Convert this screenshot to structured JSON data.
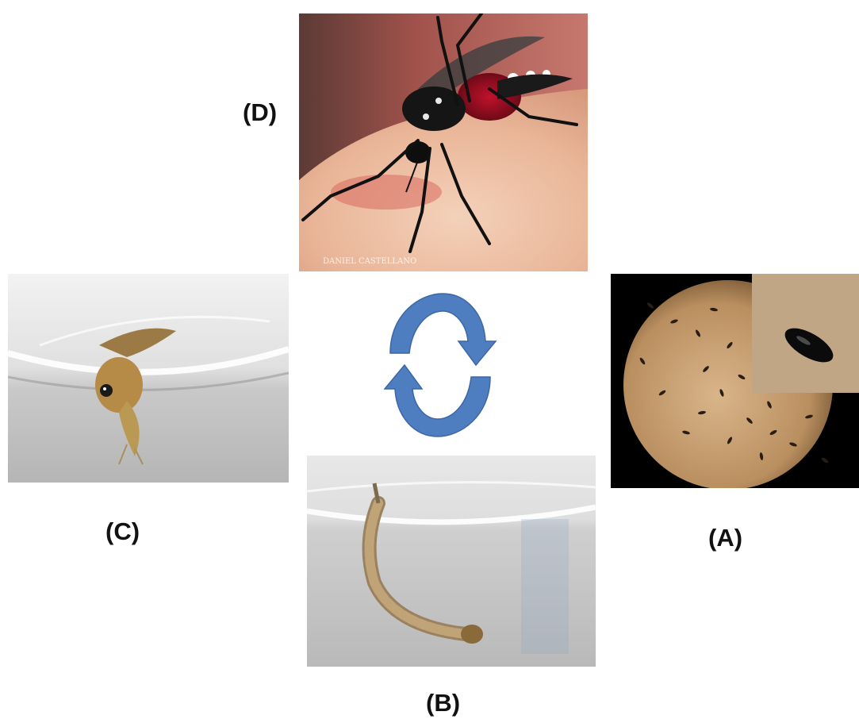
{
  "labels": {
    "d": "(D)",
    "c": "(C)",
    "b": "(B)",
    "a": "(A)"
  },
  "photos": {
    "d": {
      "subject": "adult-mosquito-feeding-on-skin",
      "watermark": "DANIEL CASTELLANO"
    },
    "c": {
      "subject": "mosquito-pupa-in-water"
    },
    "b": {
      "subject": "mosquito-larva-in-water"
    },
    "a": {
      "subject": "mosquito-eggs-under-microscope"
    }
  },
  "colors": {
    "arrow": "#4f7ec0",
    "background": "#ffffff",
    "label": "#111111"
  },
  "icons": {
    "cycle": "circular-cycle-arrows-icon"
  }
}
